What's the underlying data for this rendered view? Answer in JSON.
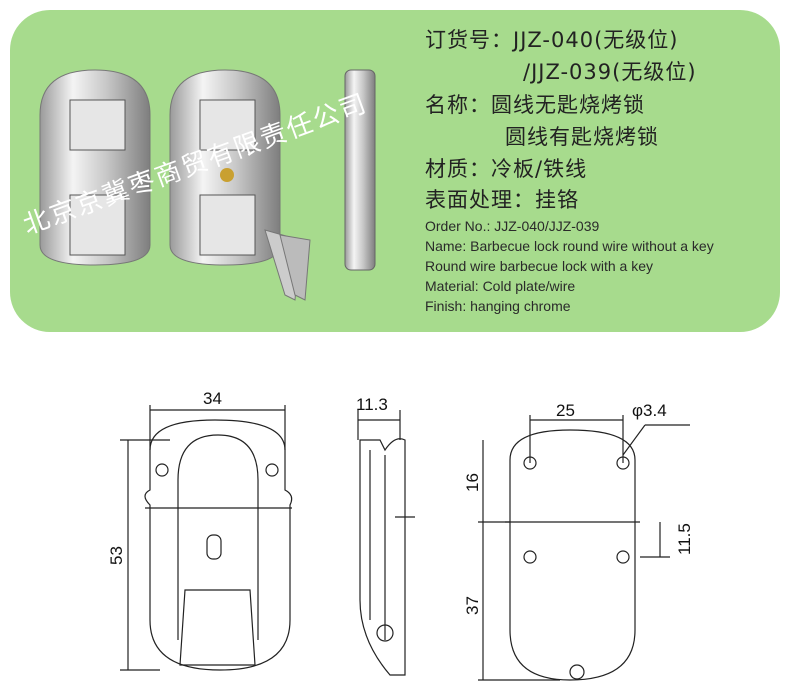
{
  "spec_cn": {
    "order_line1": "订货号：JJZ-040(无级位)",
    "order_line2": "/JJZ-039(无级位)",
    "name_line1": "名称：圆线无匙烧烤锁",
    "name_line2": "圆线有匙烧烤锁",
    "material": "材质：冷板/铁线",
    "finish": "表面处理：挂铬"
  },
  "spec_en": {
    "order": "Order No.:  JJZ-040/JJZ-039",
    "name": "Name:  Barbecue lock round wire without a key",
    "name2": "Round wire barbecue lock with a key",
    "material": "Material: Cold plate/wire",
    "finish": "Finish: hanging chrome"
  },
  "watermark": "北京京冀枣商贸有限责任公司",
  "dimensions": {
    "width": "34",
    "height": "53",
    "depth": "11.3",
    "hole_spacing": "25",
    "hole_dia": "φ3.4",
    "top": "16",
    "mid": "11.5",
    "bottom": "37"
  },
  "colors": {
    "panel": "#a7db8d"
  }
}
